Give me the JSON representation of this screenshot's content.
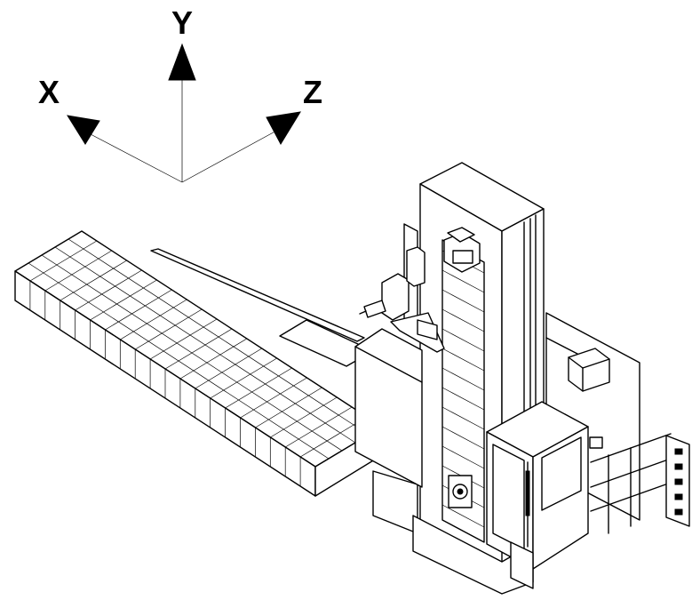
{
  "axes": {
    "x_label": "X",
    "y_label": "Y",
    "z_label": "Z"
  },
  "colors": {
    "line": "#000000",
    "background": "#ffffff"
  },
  "icons": [
    "axis-triad-icon",
    "arrowhead-icon"
  ]
}
